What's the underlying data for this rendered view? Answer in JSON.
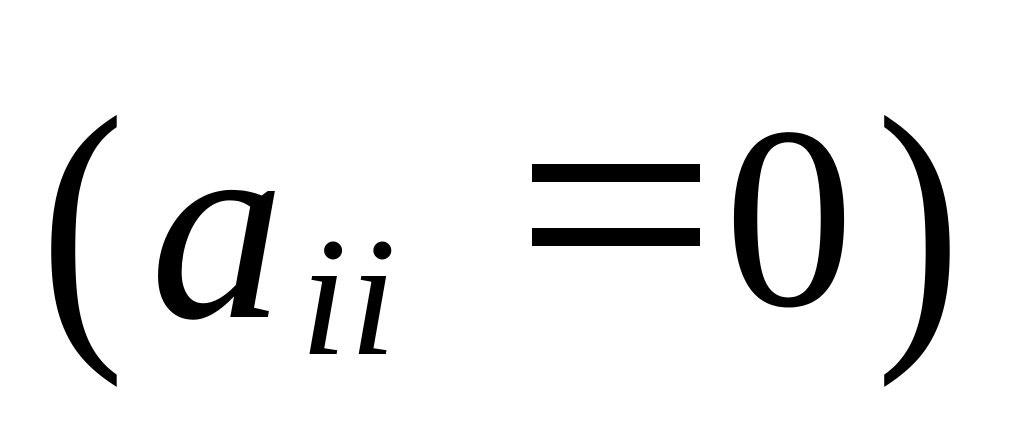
{
  "formula": {
    "open_paren": "(",
    "variable": "a",
    "subscript": "ii",
    "operator": "=",
    "value": "0",
    "close_paren": ")"
  }
}
